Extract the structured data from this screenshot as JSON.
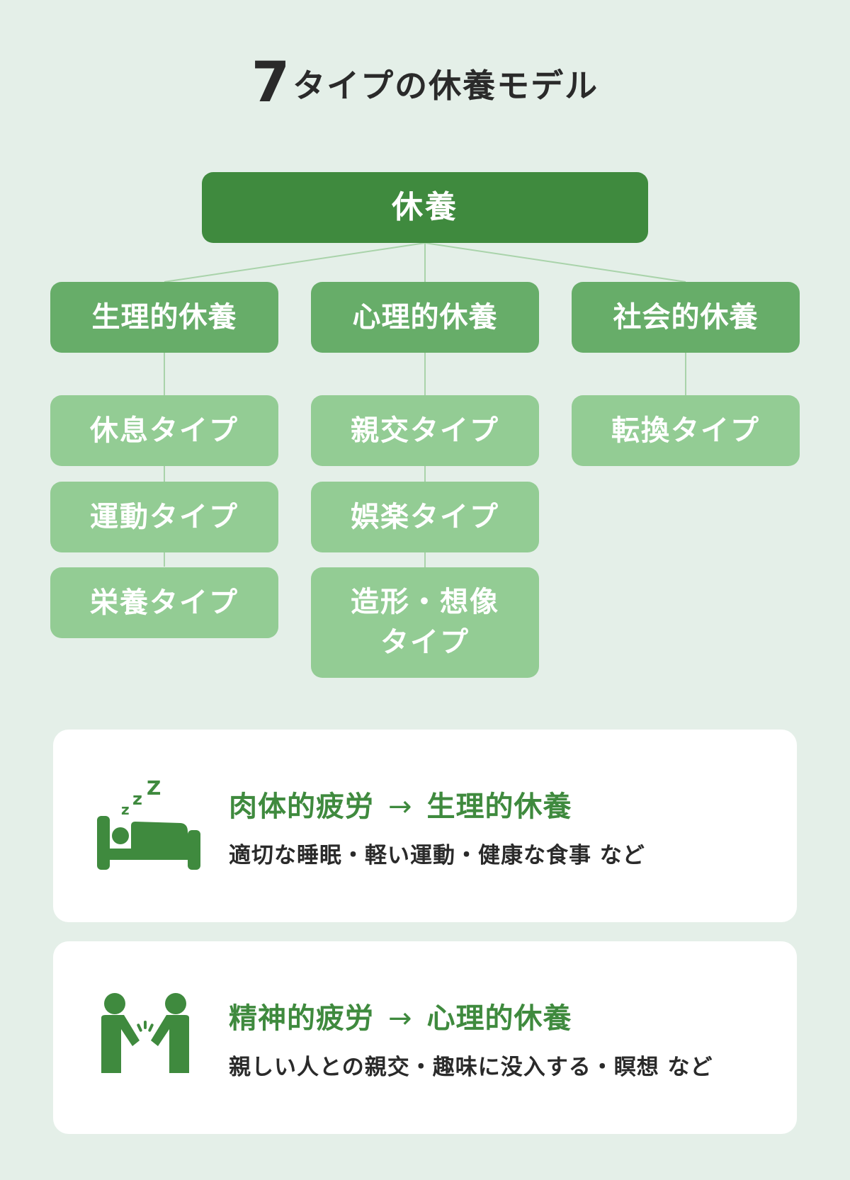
{
  "title": {
    "number": "7",
    "text": "タイプの休養モデル"
  },
  "root": {
    "label": "休養"
  },
  "categories": [
    {
      "label": "生理的休養",
      "types": [
        "休息タイプ",
        "運動タイプ",
        "栄養タイプ"
      ]
    },
    {
      "label": "心理的休養",
      "types": [
        "親交タイプ",
        "娯楽タイプ",
        "造形・想像\nタイプ"
      ]
    },
    {
      "label": "社会的休養",
      "types": [
        "転換タイプ"
      ]
    }
  ],
  "cards": [
    {
      "icon": "sleeping-in-bed-icon",
      "fatigue": "肉体的疲労",
      "arrow": "→",
      "rest": "生理的休養",
      "examples": "適切な睡眠・軽い運動・健康な食事 など"
    },
    {
      "icon": "people-talking-icon",
      "fatigue": "精神的疲労",
      "arrow": "→",
      "rest": "心理的休養",
      "examples": "親しい人との親交・趣味に没入する・瞑想 など"
    }
  ],
  "colors": {
    "background": "#e4efe8",
    "root": "#3f8a3e",
    "category": "#67ad69",
    "type": "#93cc94",
    "connector": "#a9d3aa",
    "accent_text": "#3f8a3e"
  }
}
